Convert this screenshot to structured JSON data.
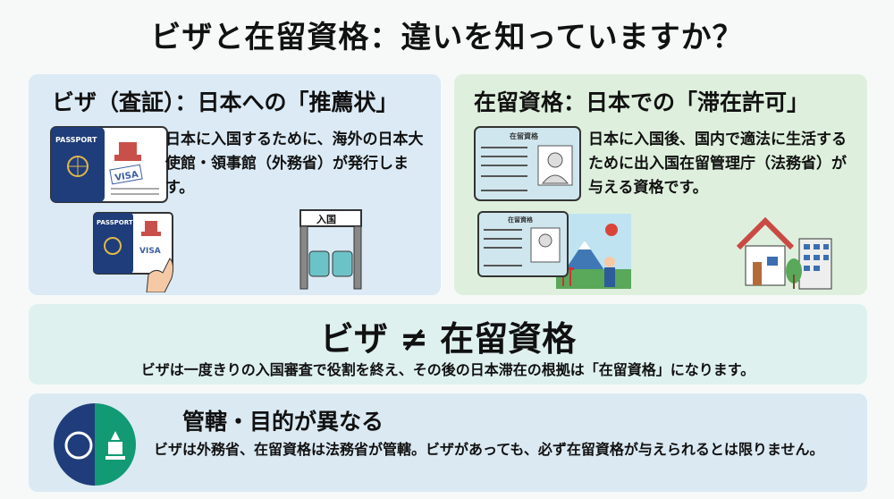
{
  "title": "ビザと在留資格：違いを知っていますか？",
  "visa_panel": {
    "heading": "ビザ（査証）：日本への「推薦状」",
    "text": "日本に入国するために、海外の日本大使館・領事館（外務省）が発行します。",
    "passport_label": "PASSPORT",
    "visa_stamp_label": "VISA",
    "gate_label": "入国"
  },
  "residence_panel": {
    "heading": "在留資格：日本での「滞在許可」",
    "text": "日本に入国後、国内で適法に生活するために出入国在留管理庁（法務省）が与える資格です。",
    "card_label": "在留資格"
  },
  "comparison": {
    "heading": "ビザ ≠ 在留資格",
    "text": "ビザは一度きりの入国審査で役割を終え、その後の日本滞在の根拠は「在留資格」になります。"
  },
  "jurisdiction": {
    "heading": "管轄・目的が異なる",
    "text": "ビザは外務省、在留資格は法務省が管轄。ビザがあっても、必ず在留資格が与えられるとは限りません。"
  },
  "colors": {
    "visa_panel": "#dbeaf5",
    "residence_panel": "#def0dd",
    "passport": "#1f3d7a",
    "ministry_green": "#119a73",
    "stamp": "#c9504a"
  }
}
